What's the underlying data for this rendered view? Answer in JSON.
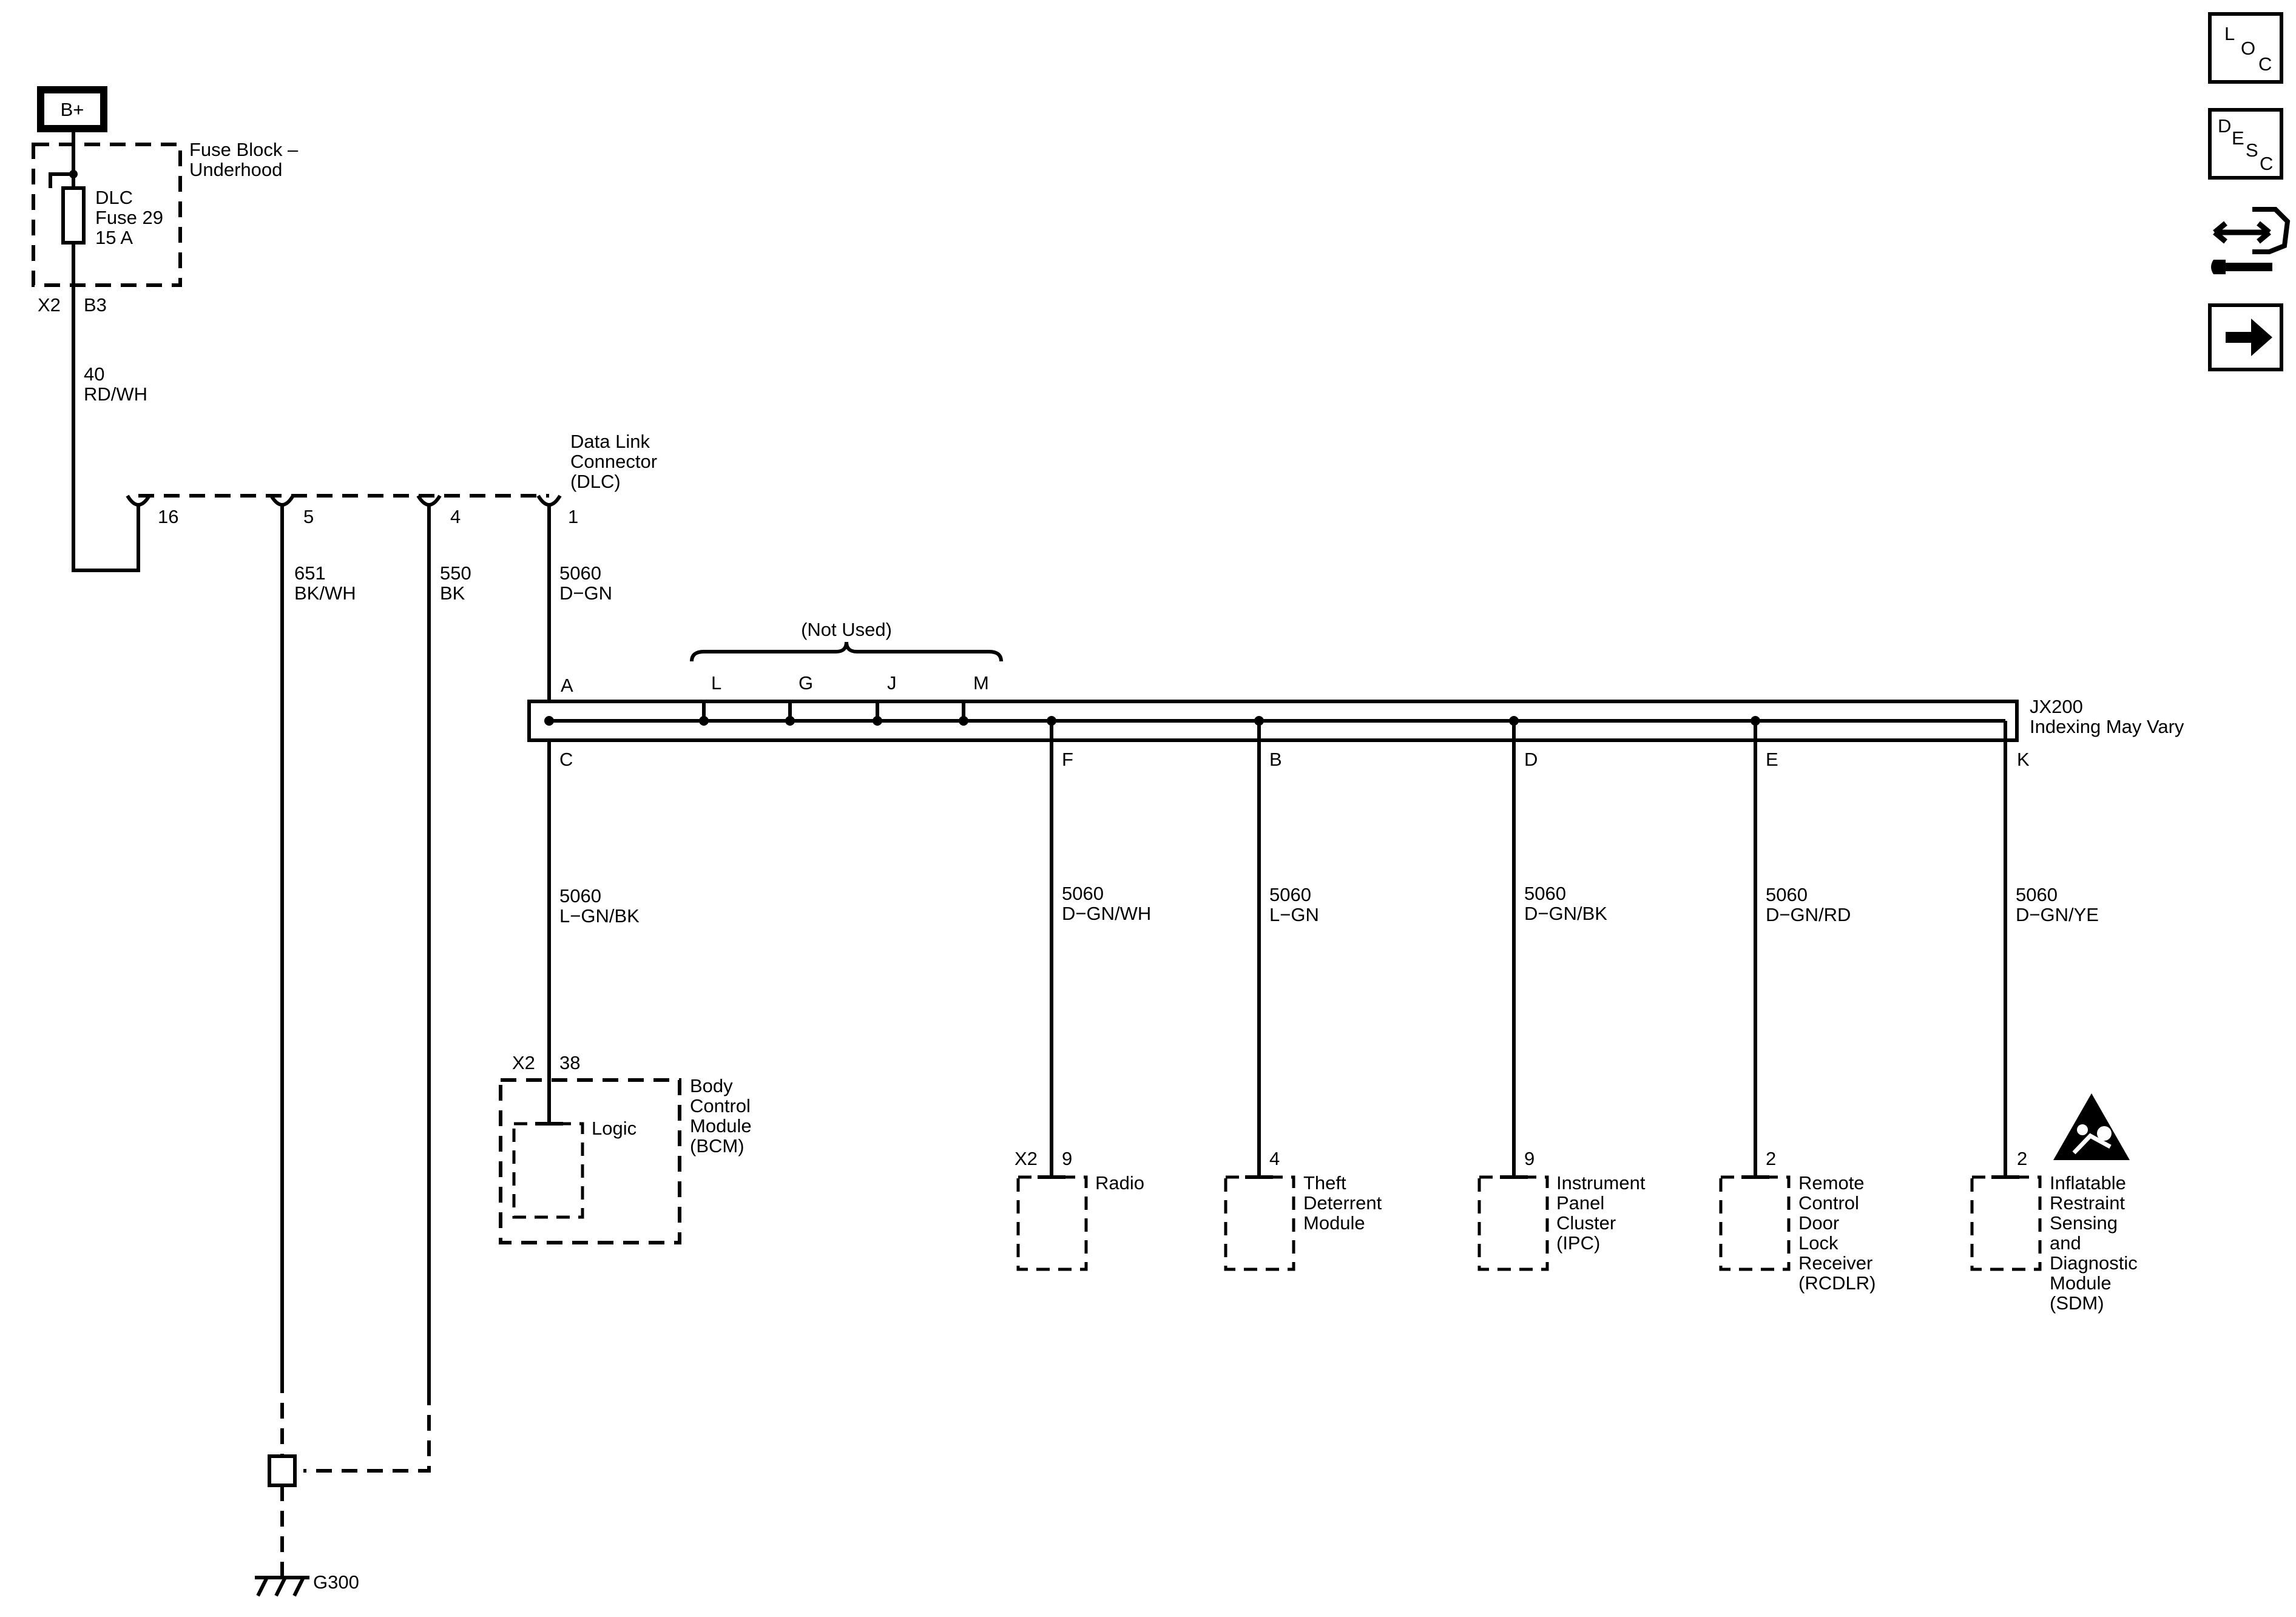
{
  "power": {
    "label": "B+"
  },
  "fuse_block": {
    "title_line1": "Fuse Block –",
    "title_line2": "Underhood",
    "fuse_line1": "DLC",
    "fuse_line2": "Fuse 29",
    "fuse_line3": "15 A",
    "connector": "X2",
    "pin": "B3"
  },
  "feed_wire": {
    "circuit": "40",
    "color": "RD/WH"
  },
  "dlc": {
    "title_line1": "Data Link",
    "title_line2": "Connector",
    "title_line3": "(DLC)",
    "pins": [
      "16",
      "5",
      "4",
      "1"
    ]
  },
  "dlc_wires": [
    {
      "circuit": "651",
      "color": "BK/WH"
    },
    {
      "circuit": "550",
      "color": "BK"
    },
    {
      "circuit": "5060",
      "color": "D−GN"
    }
  ],
  "splice_pack": {
    "name": "JX200",
    "note": "Indexing May Vary",
    "not_used_label": "(Not Used)",
    "top_pins": [
      "A",
      "L",
      "G",
      "J",
      "M"
    ],
    "bottom_pins": [
      "C",
      "F",
      "B",
      "D",
      "E",
      "K"
    ]
  },
  "branches": [
    {
      "circuit": "5060",
      "color": "L−GN/BK"
    },
    {
      "circuit": "5060",
      "color": "D−GN/WH"
    },
    {
      "circuit": "5060",
      "color": "L−GN"
    },
    {
      "circuit": "5060",
      "color": "D−GN/BK"
    },
    {
      "circuit": "5060",
      "color": "D−GN/RD"
    },
    {
      "circuit": "5060",
      "color": "D−GN/YE"
    }
  ],
  "modules": {
    "bcm": {
      "connector": "X2",
      "pin": "38",
      "inner_label": "Logic",
      "name_lines": [
        "Body",
        "Control",
        "Module",
        "(BCM)"
      ]
    },
    "radio": {
      "connector": "X2",
      "pin": "9",
      "name_lines": [
        "Radio"
      ]
    },
    "theft": {
      "pin": "4",
      "name_lines": [
        "Theft",
        "Deterrent",
        "Module"
      ]
    },
    "ipc": {
      "pin": "9",
      "name_lines": [
        "Instrument",
        "Panel",
        "Cluster",
        "(IPC)"
      ]
    },
    "rcdlr": {
      "pin": "2",
      "name_lines": [
        "Remote",
        "Control",
        "Door",
        "Lock",
        "Receiver",
        "(RCDLR)"
      ]
    },
    "sdm": {
      "pin": "2",
      "name_lines": [
        "Inflatable",
        "Restraint",
        "Sensing",
        "and",
        "Diagnostic",
        "Module",
        "(SDM)"
      ]
    }
  },
  "ground": {
    "label": "G300"
  },
  "nav": {
    "loc": {
      "letters": [
        "L",
        "O",
        "C"
      ]
    },
    "desc": {
      "letters": [
        "D",
        "E",
        "S",
        "C"
      ]
    },
    "icons": [
      "loc-icon",
      "desc-icon",
      "connector-tool-icon",
      "next-arrow-icon"
    ]
  }
}
